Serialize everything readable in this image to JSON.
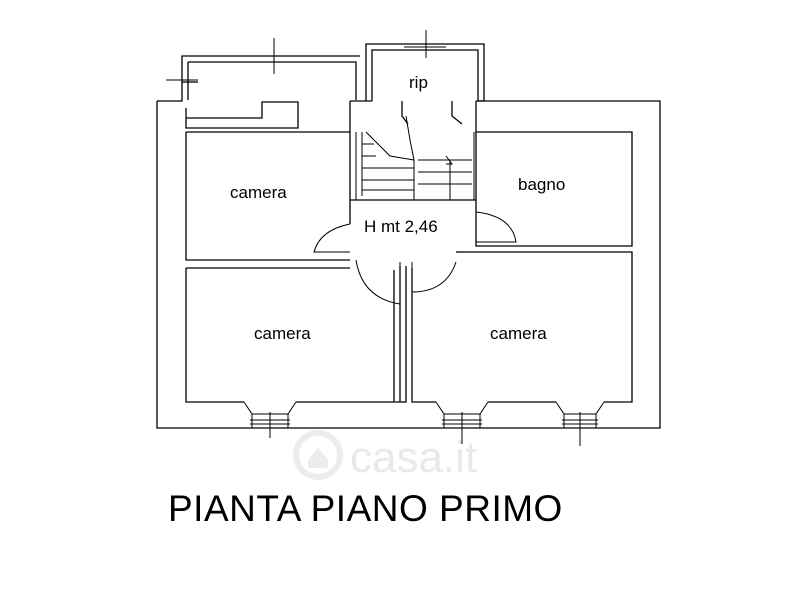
{
  "rooms": {
    "rip": "rip",
    "camera_top_left": "camera",
    "bagno": "bagno",
    "camera_bottom_left": "camera",
    "camera_bottom_right": "camera"
  },
  "height_note": "H mt 2,46",
  "watermark": "casa.it",
  "title": "PIANTA PIANO PRIMO"
}
